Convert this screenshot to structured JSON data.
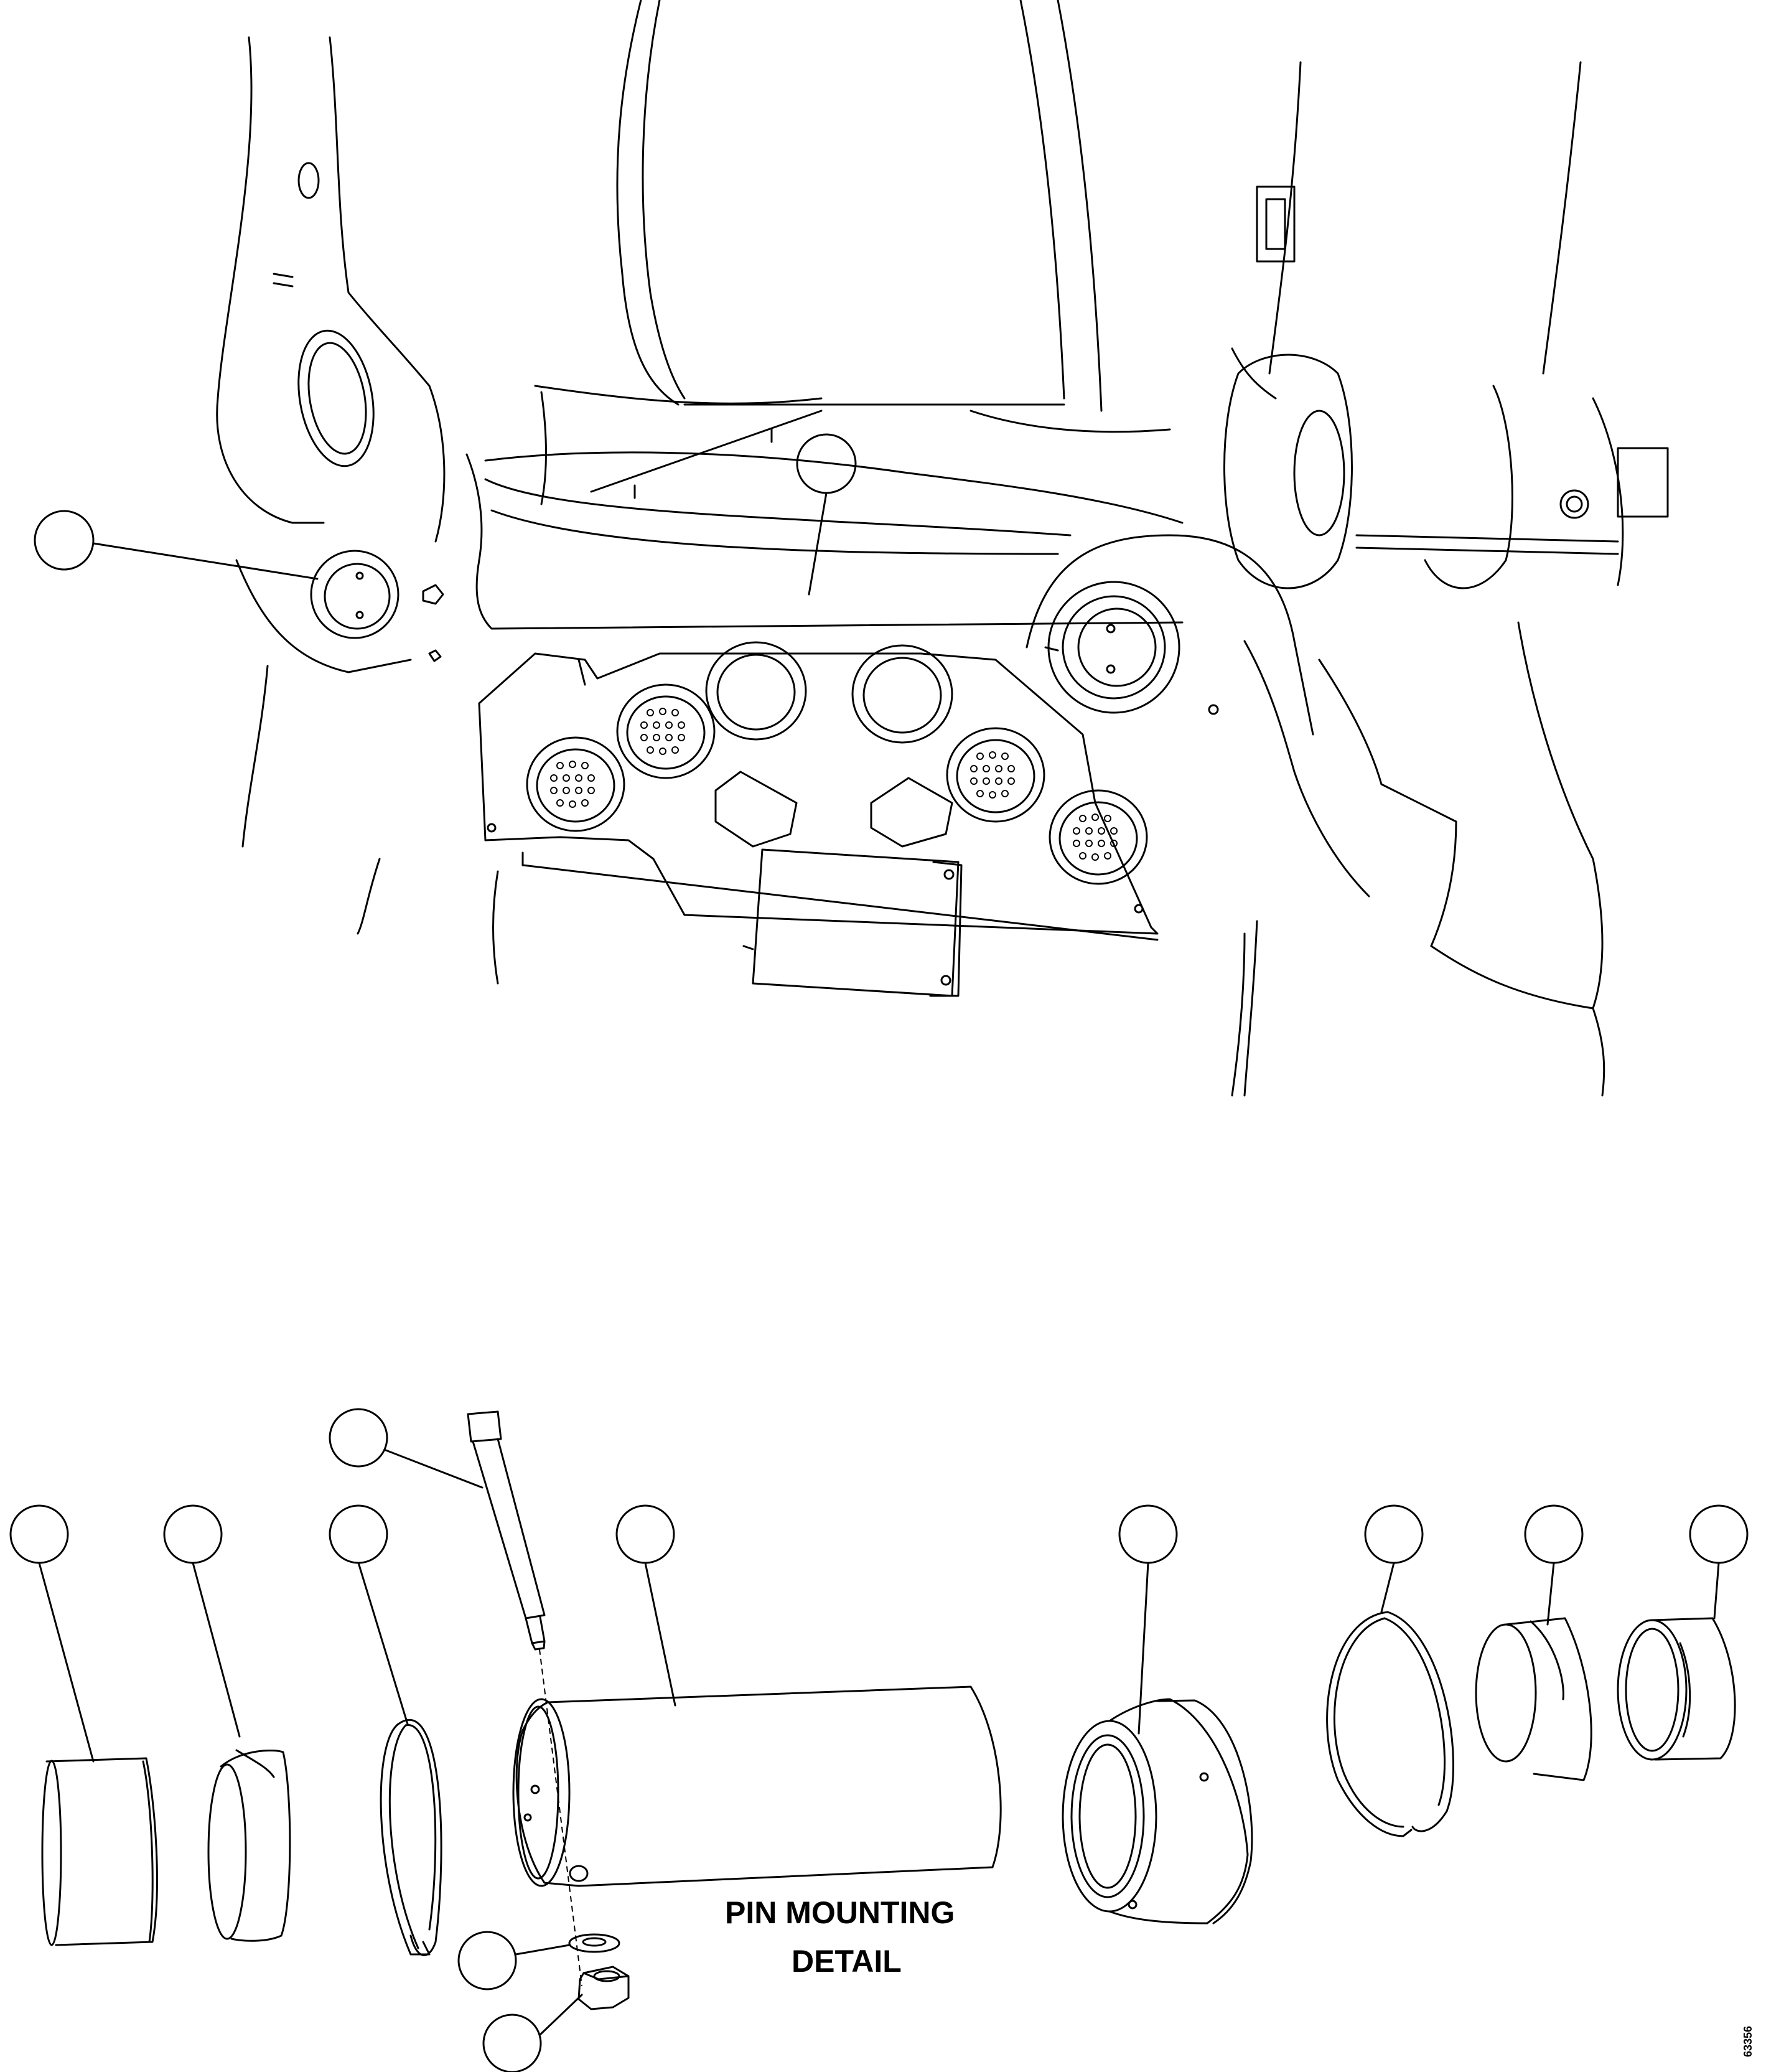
{
  "detail_caption": {
    "line1": "PIN MOUNTING",
    "line2": "DETAIL"
  },
  "figure_number": "63356",
  "colors": {
    "ink": "#000000",
    "paper": "#ffffff"
  }
}
